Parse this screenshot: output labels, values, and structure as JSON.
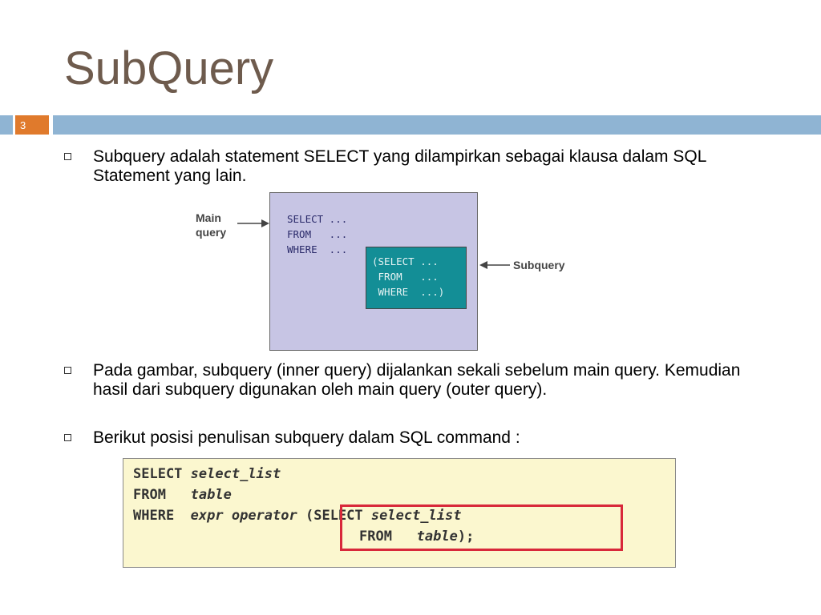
{
  "slide": {
    "title": "SubQuery",
    "page_number": "3"
  },
  "bullets": [
    "Subquery adalah statement SELECT yang dilampirkan sebagai klausa dalam SQL Statement yang lain.",
    "Pada gambar, subquery (inner query) dijalankan sekali sebelum main query. Kemudian hasil dari subquery digunakan oleh main query (outer query).",
    "Berikut posisi penulisan subquery dalam SQL command :"
  ],
  "diagram": {
    "label_main": "Main query",
    "label_sub": "Subquery",
    "outer_lines": [
      "SELECT ...",
      "FROM   ...",
      "WHERE  ..."
    ],
    "inner_lines": [
      "(SELECT ...",
      " FROM   ...",
      " WHERE  ...)"
    ],
    "colors": {
      "main_bg": "#c7c5e4",
      "sub_bg": "#138e96"
    }
  },
  "syntax": {
    "l1_kw": "SELECT",
    "l1_arg": "select_list",
    "l2_kw": "FROM",
    "l2_arg": "table",
    "l3_kw": "WHERE",
    "l3_arg": "expr operator",
    "l3_sub_kw": "(SELECT",
    "l3_sub_arg": "select_list",
    "l4_kw": "FROM",
    "l4_arg": "table",
    "l4_end": ");",
    "colors": {
      "bg": "#fbf7cf",
      "highlight": "#d8283a"
    }
  },
  "colors": {
    "title": "#6e5b4d",
    "bar": "#8fb4d3",
    "page_badge": "#e07a2c"
  }
}
